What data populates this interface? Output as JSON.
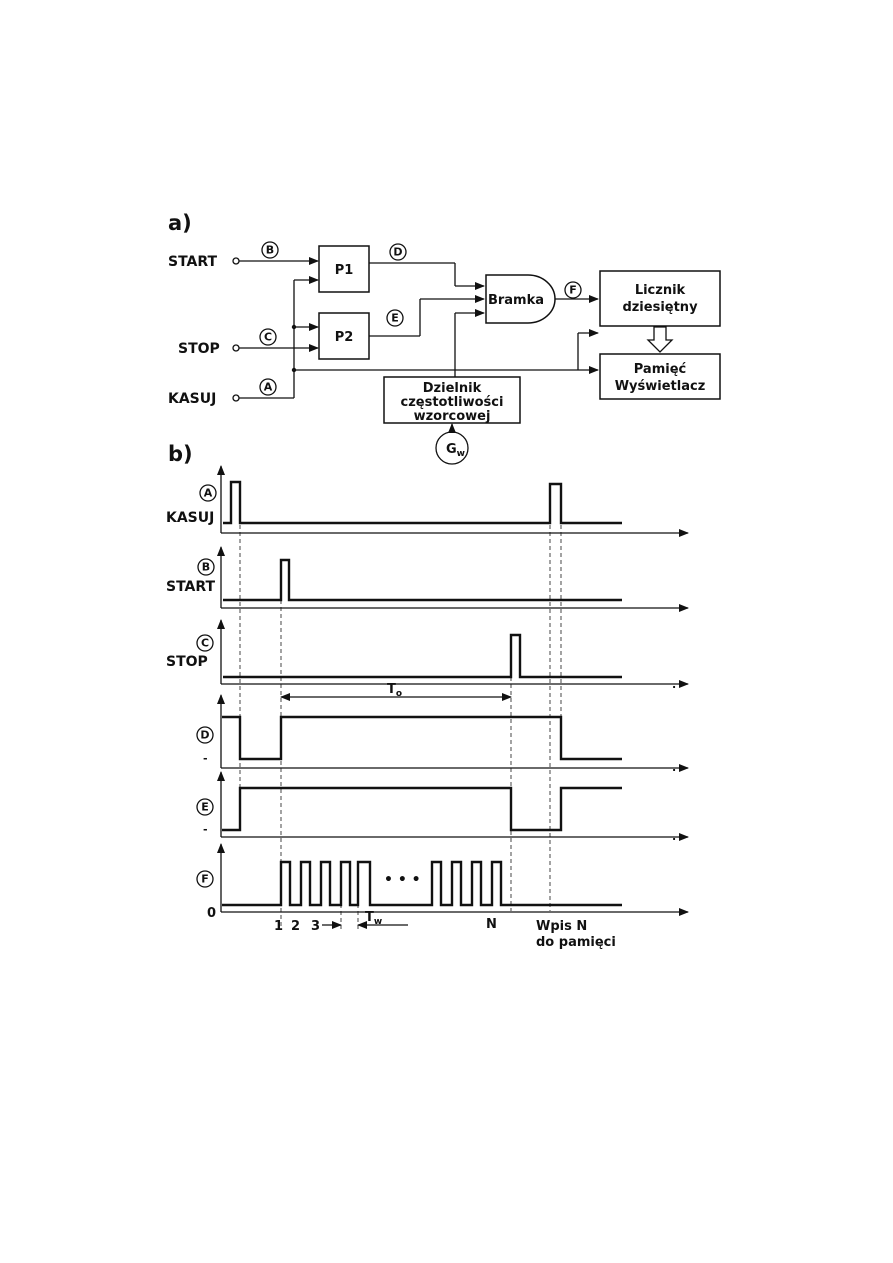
{
  "section_a": "a)",
  "section_b": "b)",
  "inputs": {
    "start": "START",
    "stop": "STOP",
    "kasuj": "KASUJ"
  },
  "markers": {
    "a": "A",
    "b": "B",
    "c": "C",
    "d": "D",
    "e": "E",
    "f": "F"
  },
  "blocks": {
    "p1": "P1",
    "p2": "P2",
    "gate": "Bramka",
    "counter_line1": "Licznik",
    "counter_line2": "dziesiętny",
    "memory_line1": "Pamięć",
    "memory_line2": "Wyświetlacz",
    "divider_line1": "Dzielnik",
    "divider_line2": "częstotliwości",
    "divider_line3": "wzorcowej",
    "generator": "G",
    "generator_sub": "w"
  },
  "timing": {
    "kasuj": "KASUJ",
    "start": "START",
    "stop": "STOP",
    "zero": "0",
    "to": "T",
    "to_sub": "o",
    "tw": "T",
    "tw_sub": "w",
    "ticks": [
      "1",
      "2",
      "3"
    ],
    "n": "N",
    "ellipsis": "• • •",
    "write1": "Wpis  N",
    "write2": "do pamięci"
  }
}
